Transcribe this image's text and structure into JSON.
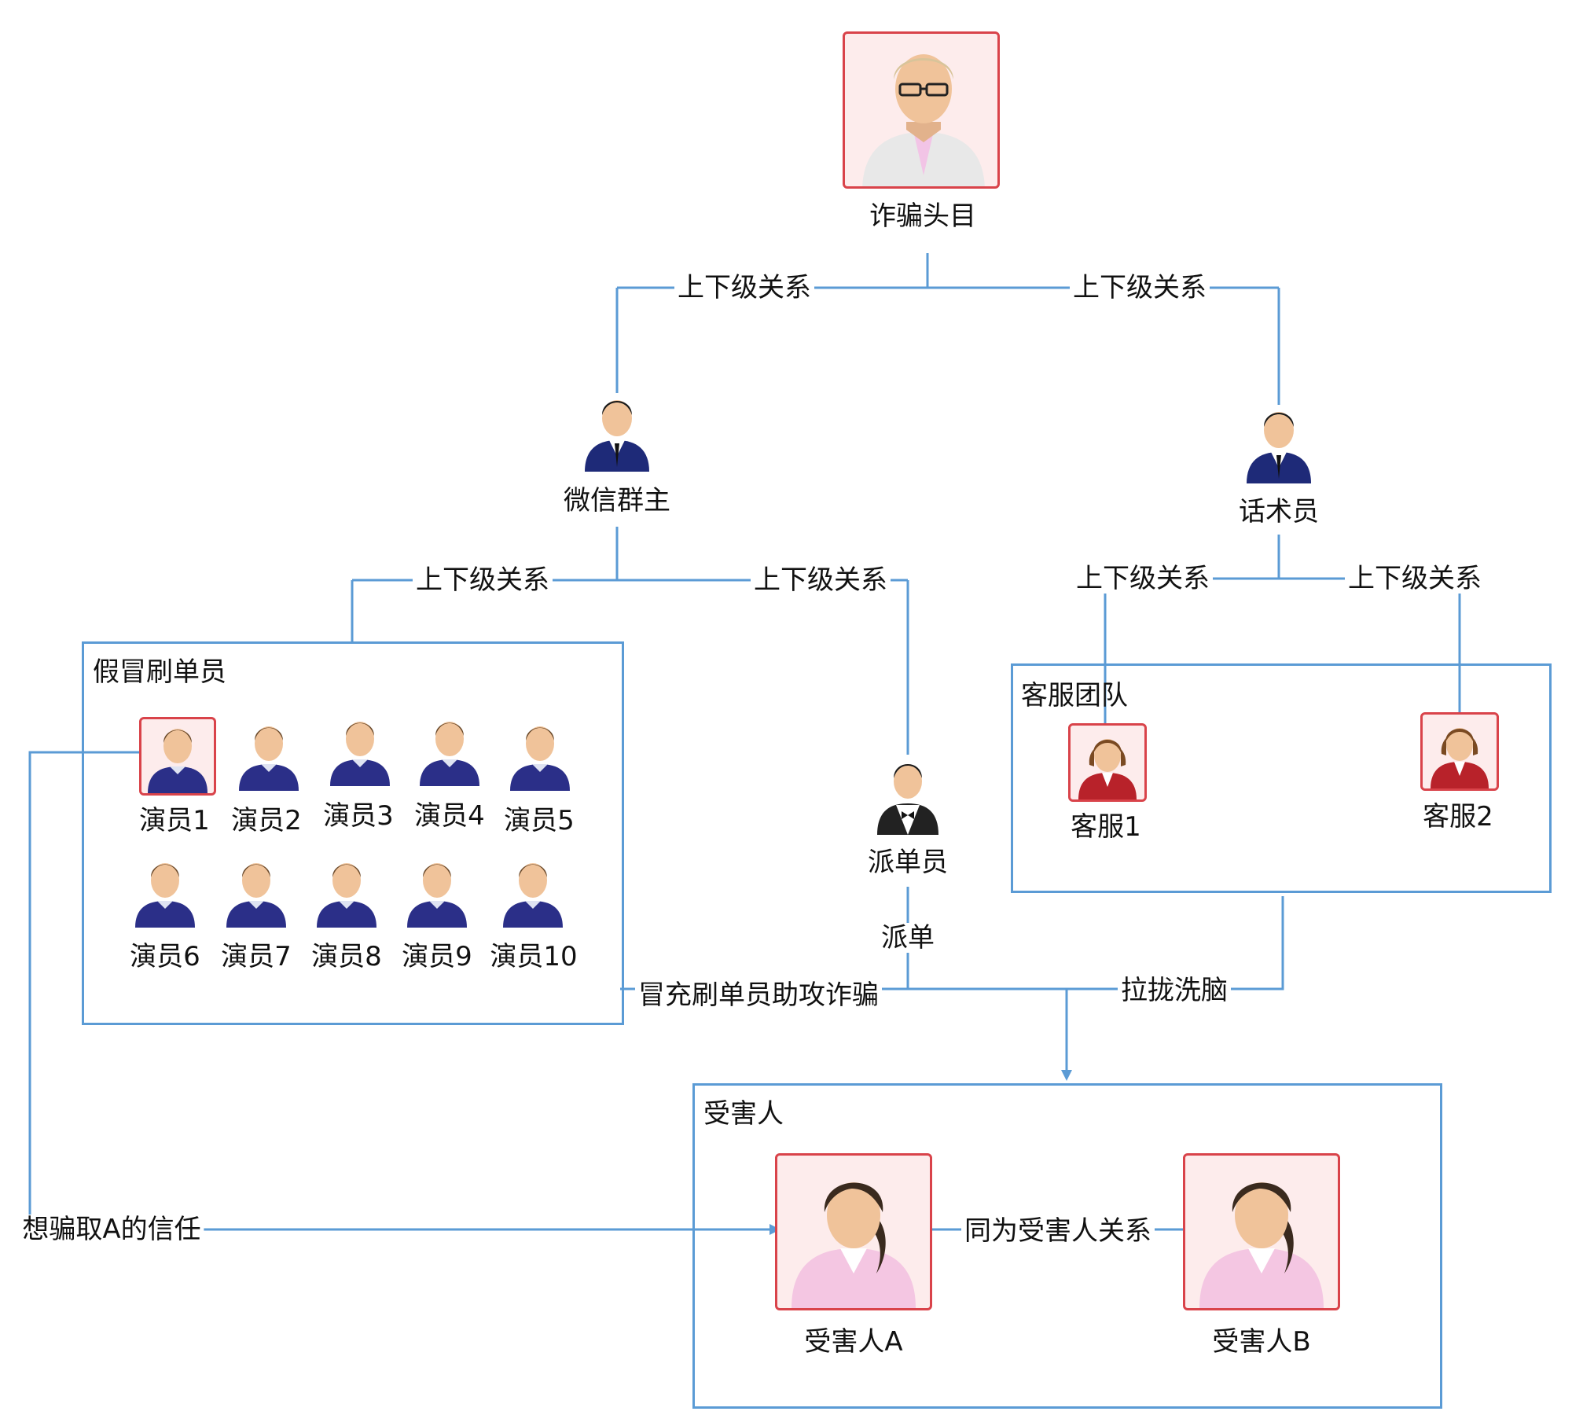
{
  "boss": {
    "label": "诈骗头目",
    "icon": "boss-with-glasses-icon"
  },
  "wechat_owner": {
    "label": "微信群主",
    "icon": "businessman-icon"
  },
  "script_writer": {
    "label": "话术员",
    "icon": "businessman-icon"
  },
  "dispatcher": {
    "label": "派单员",
    "icon": "waiter-icon"
  },
  "fake_group": {
    "title": "假冒刷单员",
    "members": [
      "演员1",
      "演员2",
      "演员3",
      "演员4",
      "演员5",
      "演员6",
      "演员7",
      "演员8",
      "演员9",
      "演员10"
    ],
    "icon": "male-user-icon"
  },
  "cs_team": {
    "title": "客服团队",
    "members": [
      "客服1",
      "客服2"
    ],
    "icon": "female-service-icon"
  },
  "victims": {
    "title": "受害人",
    "members": [
      "受害人A",
      "受害人B"
    ],
    "icon": "female-victim-icon"
  },
  "edges": {
    "superior_1": "上下级关系",
    "superior_2": "上下级关系",
    "superior_3": "上下级关系",
    "superior_4": "上下级关系",
    "superior_5": "上下级关系",
    "superior_6": "上下级关系",
    "dispatch": "派单",
    "assist_fraud": "冒充刷单员助攻诈骗",
    "brainwash": "拉拢洗脑",
    "gain_trust": "想骗取A的信任",
    "fellow_victims": "同为受害人关系"
  },
  "colors": {
    "line": "#5b9bd5",
    "frame": "#5b9bd5",
    "icon_border": "#d9434a",
    "icon_bg": "#fdecec"
  }
}
